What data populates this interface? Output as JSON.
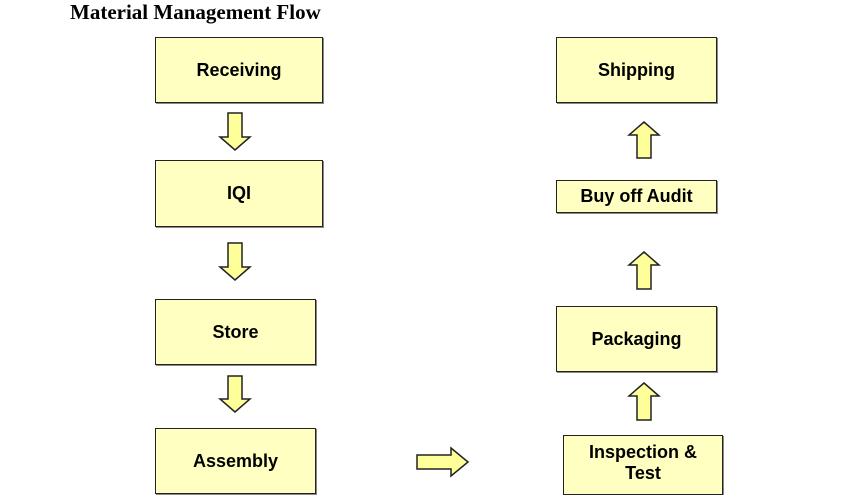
{
  "title": "Material Management Flow",
  "steps": {
    "receiving": "Receiving",
    "iqi": "IQI",
    "store": "Store",
    "assembly": "Assembly",
    "inspection": "Inspection & Test",
    "packaging": "Packaging",
    "audit": "Buy off Audit",
    "shipping": "Shipping"
  },
  "colors": {
    "box_fill": "#FFFFC2",
    "arrow_fill": "#FFFF99",
    "border": "#222222"
  }
}
